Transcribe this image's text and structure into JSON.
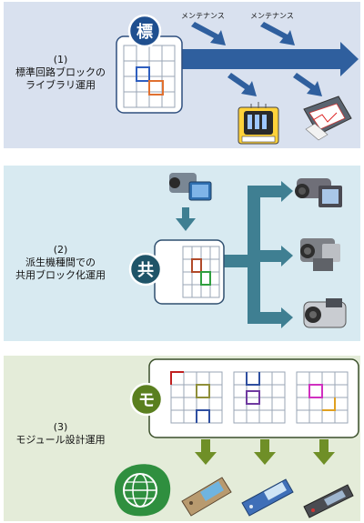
{
  "section1": {
    "badge": "標",
    "number": "(1)",
    "caption_line1": "標準回路ブロックの",
    "caption_line2": "ライブラリ運用",
    "maint_label_1": "メンテナンス",
    "maint_label_2": "メンテナンス"
  },
  "section2": {
    "badge": "共",
    "number": "(2)",
    "caption_line1": "派生機種間での",
    "caption_line2": "共用ブロック化運用"
  },
  "section3": {
    "badge": "モ",
    "number": "(3)",
    "caption_line1": "モジュール設計運用"
  },
  "colors": {
    "arrow_blue": "#2f5f9e",
    "teal": "#3f7f92",
    "olive": "#6f8f27",
    "badge_blue": "#1f4f8f",
    "badge_teal": "#1f5468",
    "badge_green": "#5a7f1f"
  }
}
